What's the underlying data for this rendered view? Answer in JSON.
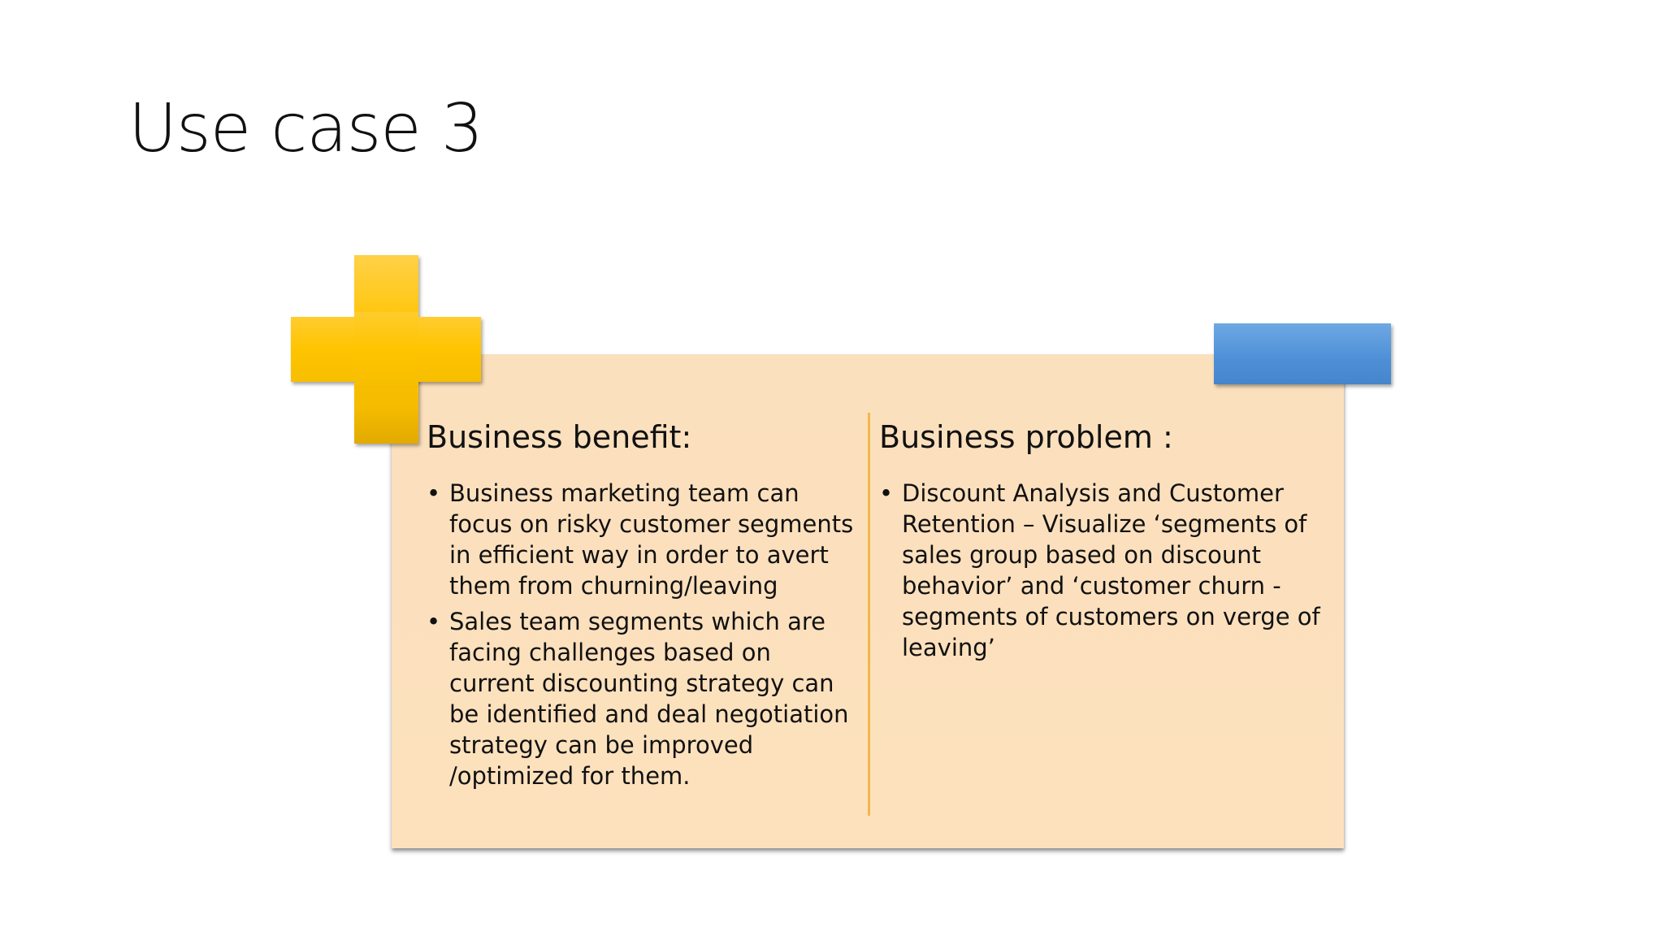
{
  "slide": {
    "title": "Use case 3"
  },
  "card": {
    "left_heading": "Business benefit:",
    "left_bullets": [
      "Business marketing team can focus on risky customer segments in efficient way in order to avert them from churning/leaving",
      "Sales team segments which are facing challenges based on current discounting strategy can be identified and deal negotiation strategy can be improved /optimized for them."
    ],
    "right_heading": "Business problem :",
    "right_bullets": [
      "Discount Analysis and Customer Retention – Visualize ‘segments of sales group based on discount behavior’ and ‘customer churn - segments of customers on verge of leaving’"
    ],
    "bullet_glyph": "•"
  },
  "colors": {
    "card_fill": "#fde1bd",
    "divider": "#f2b74a",
    "plus_icon": "#ffc400",
    "minus_icon": "#4d8fd6"
  },
  "icons": {
    "plus": "plus-icon",
    "minus": "minus-icon"
  }
}
